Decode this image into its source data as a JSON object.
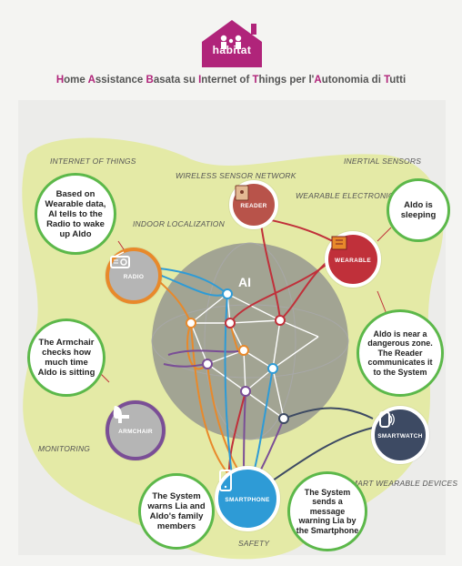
{
  "logo": {
    "text": "habitat"
  },
  "title": {
    "segments": [
      {
        "t": "H",
        "cap": true
      },
      {
        "t": "ome ",
        "cap": false
      },
      {
        "t": "A",
        "cap": true
      },
      {
        "t": "ssistance ",
        "cap": false
      },
      {
        "t": "B",
        "cap": true
      },
      {
        "t": "asata su ",
        "cap": false
      },
      {
        "t": "I",
        "cap": true
      },
      {
        "t": "nternet of ",
        "cap": false
      },
      {
        "t": "T",
        "cap": true
      },
      {
        "t": "hings per l'",
        "cap": false
      },
      {
        "t": "A",
        "cap": true
      },
      {
        "t": "utonomia di ",
        "cap": false
      },
      {
        "t": "T",
        "cap": true
      },
      {
        "t": "utti",
        "cap": false
      }
    ]
  },
  "categories": {
    "iot": "Internet of Things",
    "wsn": "Wireless Sensor Network",
    "inertial": "Inertial Sensors",
    "wearable_electronics": "Wearable Electronics",
    "indoor": "Indoor Localization",
    "monitoring": "Monitoring",
    "smart_wearable": "Smart Wearable Devices",
    "safety": "Safety"
  },
  "ai_label": "AI",
  "nodes": {
    "reader": {
      "label": "READER",
      "color": "#b8534a",
      "icon": "reader-panel-icon"
    },
    "wearable": {
      "label": "WEARABLE",
      "color": "#c0303a",
      "icon": "wearable-device-icon"
    },
    "radio": {
      "label": "RADIO",
      "color": "#e8892b",
      "icon": "radio-icon"
    },
    "armchair": {
      "label": "ARMCHAIR",
      "color": "#7a4e96",
      "icon": "armchair-icon"
    },
    "smartwatch": {
      "label": "SMARTWATCH",
      "color": "#3d4a63",
      "icon": "smartwatch-icon"
    },
    "smartphone": {
      "label": "SMARTPHONE",
      "color": "#2e9bd6",
      "icon": "smartphone-icon"
    }
  },
  "notes": {
    "radio_note": "Based on Wearable data, AI tells to the Radio to wake up Aldo",
    "sleeping_note": "Aldo is sleeping",
    "danger_note": "Aldo is near a dangerous zone. The Reader communicates it to the System",
    "armchair_note": "The Armchair checks how much time Aldo is sitting",
    "warn_family_note": "The System warns Lia and Aldo's family members",
    "message_note": "The System sends a message warning Lia by the Smartphone"
  },
  "colors": {
    "accent": "#b0247a",
    "highlight": "#e3ea9a",
    "green_ring": "#5cb84a",
    "globe": "#8c8c8c"
  }
}
